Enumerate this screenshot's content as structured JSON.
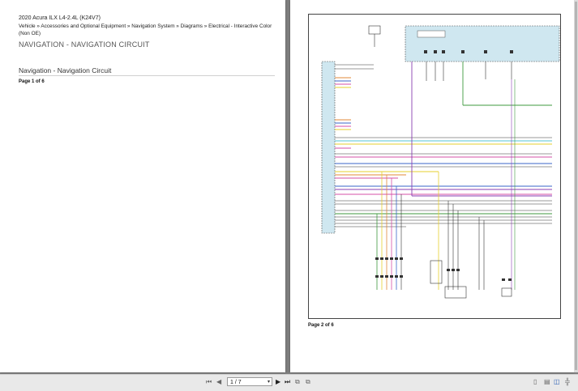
{
  "page1": {
    "breadcrumb_title": "2020 Acura ILX L4-2.4L (K24V7)",
    "breadcrumb_path": "Vehicle » Accessories and Optional Equipment » Navigation System » Diagrams » Electrical - Interactive Color (Non OE)",
    "section_heading": "NAVIGATION - NAVIGATION CIRCUIT",
    "doc_title": "Navigation - Navigation Circuit",
    "page_label": "Page 1 of 6"
  },
  "page2": {
    "page_label": "Page 2 of 6"
  },
  "toolbar": {
    "first_icon": "first-page-icon",
    "prev_icon": "prev-page-icon",
    "page_value": "1 / 7",
    "next_icon": "next-page-icon",
    "last_icon": "last-page-icon",
    "fit_icon": "fit-width-icon",
    "rotate_icon": "rotate-icon",
    "single_view_icon": "single-page-view-icon",
    "continuous_view_icon": "continuous-view-icon",
    "two_page_view_icon": "two-page-view-icon",
    "split_icon": "split-view-icon"
  },
  "colors": {
    "viewer_bg": "#7f7f7f",
    "page_bg": "#ffffff",
    "wire_purple": "#8a3fb3",
    "wire_green": "#3f9a3f",
    "wire_blue": "#3a66c8",
    "wire_pink": "#d44fa7",
    "wire_yellow": "#e6cf2e",
    "wire_cyan": "#55c5d6",
    "wire_orange": "#e08a3a",
    "module_fill": "#cfe7f0"
  }
}
